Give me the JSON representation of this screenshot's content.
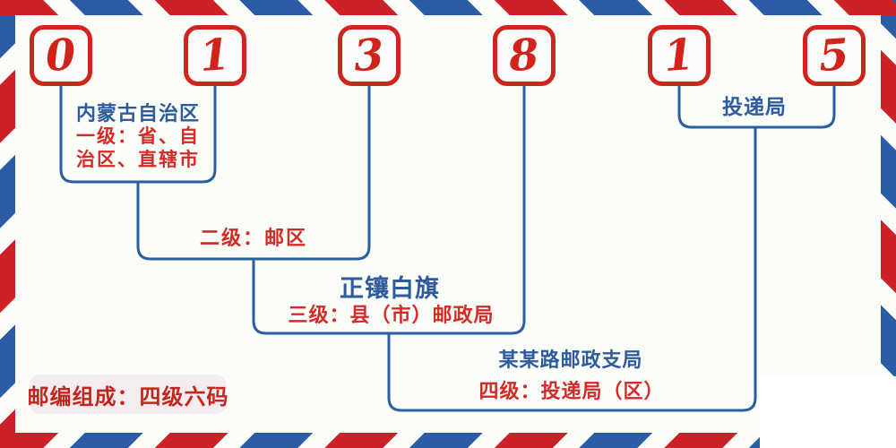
{
  "postal_code": {
    "digits": [
      "0",
      "1",
      "3",
      "8",
      "1",
      "5"
    ]
  },
  "labels": {
    "level1_name": "内蒙古自治区",
    "level1_desc_line1": "一级：省、自",
    "level1_desc_line2": "治区、直辖市",
    "level2_desc": "二级：邮区",
    "level3_name": "正镶白旗",
    "level3_desc": "三级：县（市）邮政局",
    "level4_name": "某某路邮政支局",
    "level4_desc": "四级：投递局（区）",
    "level5_name": "投递局",
    "footer_badge": "邮编组成：四级六码"
  },
  "colors": {
    "background": "#fbfdf8",
    "stripe_red": "#ce2127",
    "stripe_blue": "#2b5ca5",
    "digit_red": "#d2231a",
    "digit_box_border": "#d0241f",
    "connector_blue": "#2b5f9f",
    "text_blue": "#2e5a9e",
    "text_red": "#d42a28",
    "badge_background": "#f4edef",
    "badge_text": "#c3261e"
  }
}
